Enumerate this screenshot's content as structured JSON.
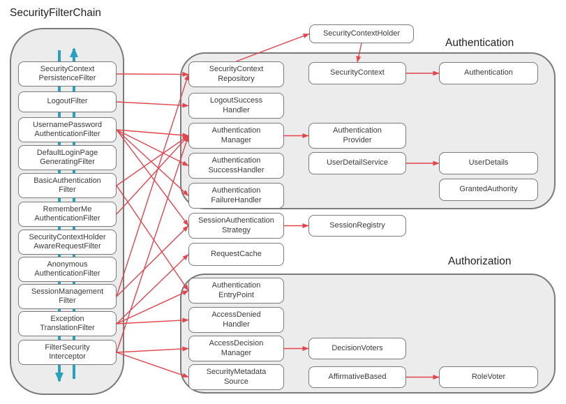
{
  "title": "SecurityFilterChain",
  "sections": {
    "authentication": {
      "label": "Authentication"
    },
    "authorization": {
      "label": "Authorization"
    }
  },
  "nodes": {
    "scpf": {
      "label": "SecurityContext\nPersistenceFilter"
    },
    "logout": {
      "label": "LogoutFilter"
    },
    "upaf": {
      "label": "UsernamePassword\nAuthenticationFilter"
    },
    "dlpgf": {
      "label": "DefaultLoginPage\nGeneratingFilter"
    },
    "basic": {
      "label": "BasicAuthentication\nFilter"
    },
    "rmaf": {
      "label": "RememberMe\nAuthenticationFilter"
    },
    "schar": {
      "label": "SecurityContextHolder\nAwareRequestFilter"
    },
    "anon": {
      "label": "Anonymous\nAuthenticationFilter"
    },
    "smf": {
      "label": "SessionManagement\nFilter"
    },
    "etf": {
      "label": "Exception\nTranslationFilter"
    },
    "fsi": {
      "label": "FilterSecurity\nInterceptor"
    },
    "holder": {
      "label": "SecurityContextHolder"
    },
    "screpo": {
      "label": "SecurityContext\nRepository"
    },
    "seccontext": {
      "label": "SecurityContext"
    },
    "authbox": {
      "label": "Authentication"
    },
    "logoutsh": {
      "label": "LogoutSuccess\nHandler"
    },
    "authmgr": {
      "label": "Authentication\nManager"
    },
    "authprov": {
      "label": "Authentication\nProvider"
    },
    "authsh": {
      "label": "Authentication\nSuccessHandler"
    },
    "uds": {
      "label": "UserDetailService"
    },
    "userdetails": {
      "label": "UserDetails"
    },
    "authfh": {
      "label": "Authentication\nFailureHandler"
    },
    "granted": {
      "label": "GrantedAuthority"
    },
    "sas": {
      "label": "SessionAuthentication\nStrategy"
    },
    "sessreg": {
      "label": "SessionRegistry"
    },
    "reqcache": {
      "label": "RequestCache"
    },
    "aep": {
      "label": "Authentication\nEntryPoint"
    },
    "adh": {
      "label": "AccessDenied\nHandler"
    },
    "adm": {
      "label": "AccessDecision\nManager"
    },
    "dv": {
      "label": "DecisionVoters"
    },
    "sms": {
      "label": "SecurityMetadata\nSource"
    },
    "ab": {
      "label": "AffirmativeBased"
    },
    "rv": {
      "label": "RoleVoter"
    }
  },
  "connections": [
    {
      "from": "scpf",
      "to": "screpo"
    },
    {
      "from": "screpo",
      "to": "holder",
      "fromSide": "top",
      "toSide": "left"
    },
    {
      "from": "holder",
      "to": "seccontext",
      "fromSide": "bottom",
      "toSide": "top"
    },
    {
      "from": "seccontext",
      "to": "authbox"
    },
    {
      "from": "logout",
      "to": "logoutsh"
    },
    {
      "from": "upaf",
      "to": "authmgr"
    },
    {
      "from": "upaf",
      "to": "authsh"
    },
    {
      "from": "upaf",
      "to": "authfh"
    },
    {
      "from": "upaf",
      "to": "sas"
    },
    {
      "from": "basic",
      "to": "authmgr"
    },
    {
      "from": "basic",
      "to": "aep"
    },
    {
      "from": "rmaf",
      "to": "authmgr"
    },
    {
      "from": "smf",
      "to": "screpo"
    },
    {
      "from": "smf",
      "to": "sas"
    },
    {
      "from": "etf",
      "to": "reqcache"
    },
    {
      "from": "etf",
      "to": "aep"
    },
    {
      "from": "etf",
      "to": "adh"
    },
    {
      "from": "fsi",
      "to": "authmgr"
    },
    {
      "from": "fsi",
      "to": "adm"
    },
    {
      "from": "fsi",
      "to": "sms"
    },
    {
      "from": "authmgr",
      "to": "authprov"
    },
    {
      "from": "uds",
      "to": "userdetails"
    },
    {
      "from": "sas",
      "to": "sessreg"
    },
    {
      "from": "adm",
      "to": "dv"
    },
    {
      "from": "ab",
      "to": "rv"
    }
  ],
  "colors": {
    "relation_arrow": "#e2454e",
    "flow_arrow": "#2a9fbe",
    "panel_fill": "#ececec",
    "panel_border": "#7a7a7a",
    "box_border": "#7a7a7a",
    "text": "#3a3a3a"
  }
}
